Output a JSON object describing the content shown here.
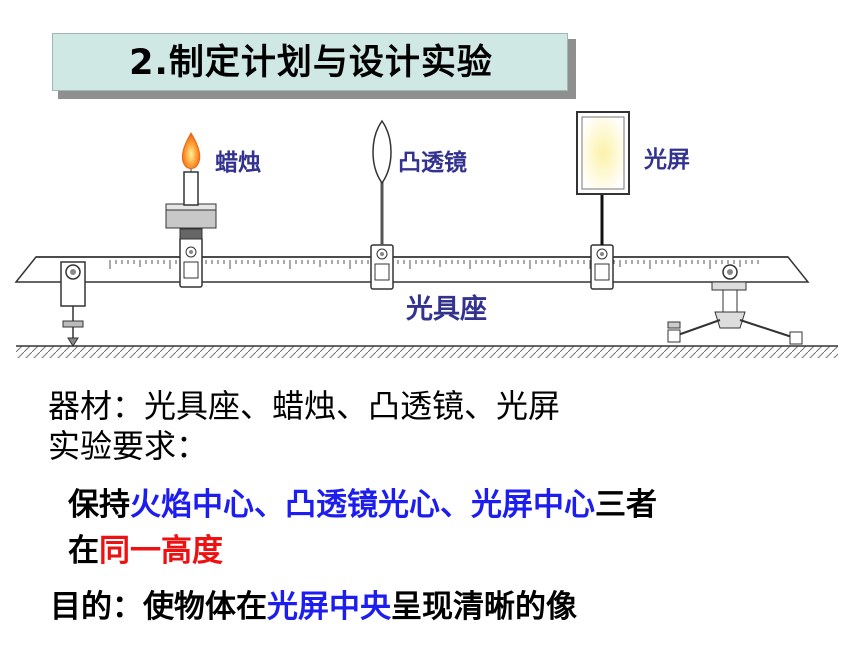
{
  "heading": {
    "title": "2.制定计划与设计实验"
  },
  "diagram": {
    "candle_label": "蜡烛",
    "lens_label": "凸透镜",
    "screen_label": "光屏",
    "bench_label": "光具座"
  },
  "materials": {
    "label": "器材：",
    "items": "光具座、蜡烛、凸透镜、光屏"
  },
  "requirement": {
    "label": "实验要求：",
    "p1": "保持",
    "h1": "火焰中心、凸透镜光心、光屏中心",
    "p2": "三者",
    "p3": "在",
    "h2": "同一高度"
  },
  "purpose": {
    "p1": "目的：使物体在",
    "h1": "光屏中央",
    "p2": "呈现清晰的像"
  },
  "colors": {
    "label_text": "#33338f",
    "highlight_blue": "#1d1df0",
    "highlight_red": "#ee1111",
    "title_bg": "#cfe8e4"
  }
}
